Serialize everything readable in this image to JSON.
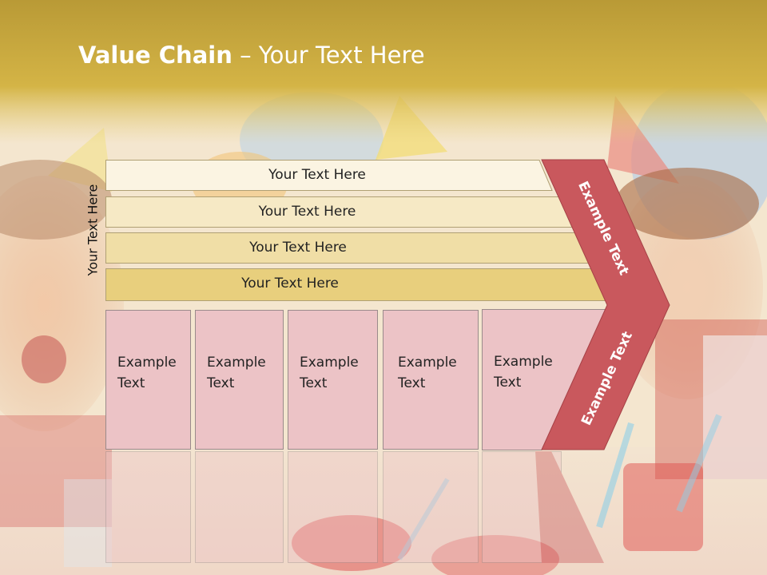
{
  "title": {
    "bold": "Value Chain",
    "rest": " – Your Text Here"
  },
  "side_label": "Your Text Here",
  "rows": [
    {
      "label": "Your Text Here",
      "fill": "#fbf4e2"
    },
    {
      "label": "Your Text Here",
      "fill": "#f6e9c5"
    },
    {
      "label": "Your Text Here",
      "fill": "#f0dea6"
    },
    {
      "label": "Your Text Here",
      "fill": "#e8cf7d"
    }
  ],
  "boxes": [
    {
      "line1": "Example",
      "line2": "Text"
    },
    {
      "line1": "Example",
      "line2": "Text"
    },
    {
      "line1": "Example",
      "line2": "Text"
    },
    {
      "line1": "Example",
      "line2": "Text"
    },
    {
      "line1": "Example",
      "line2": "Text"
    }
  ],
  "chevron": {
    "upper_text": "Example Text",
    "lower_text": "Example Text",
    "fill": "#c9585d"
  },
  "colors": {
    "header": "#c9a83a",
    "accent": "#c9585d"
  }
}
